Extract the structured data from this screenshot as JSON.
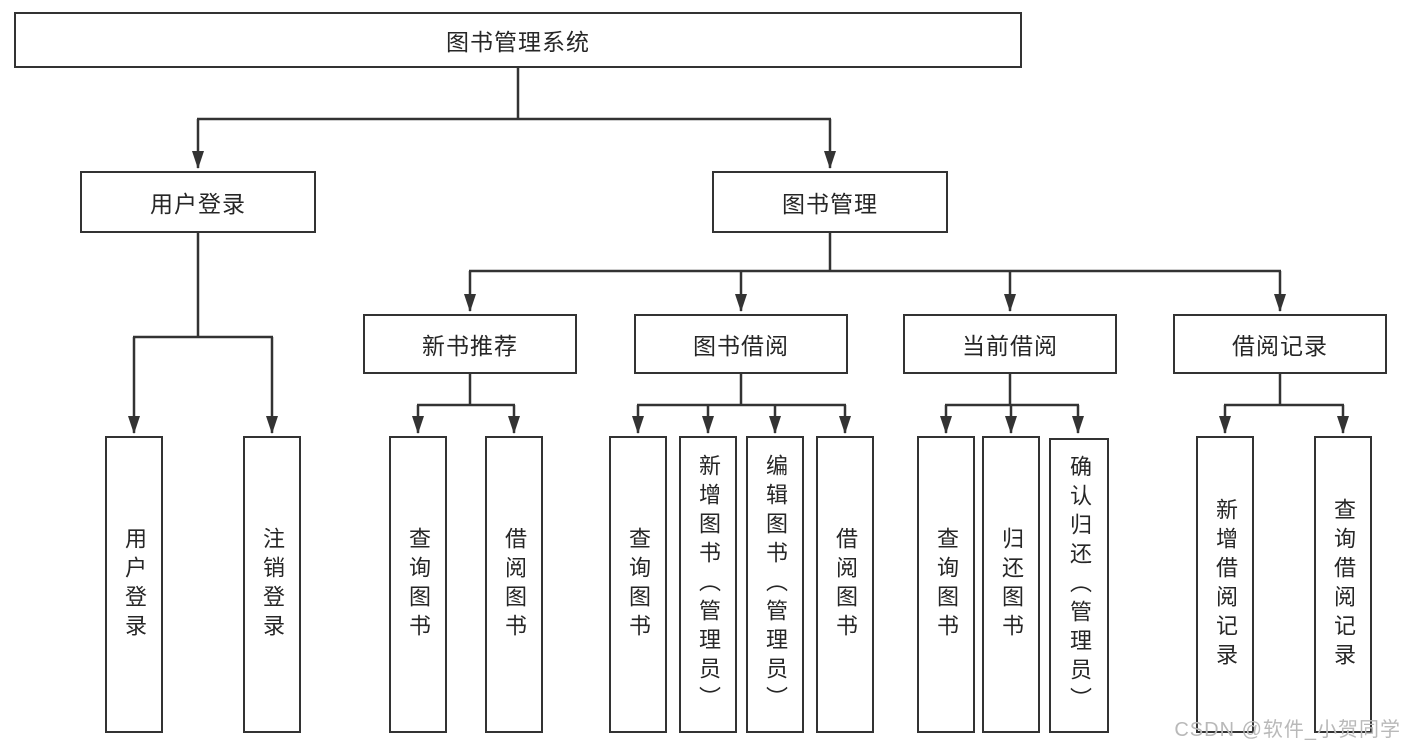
{
  "title": "图书管理系统",
  "level2": {
    "user_login": "用户登录",
    "book_mgmt": "图书管理"
  },
  "level3": {
    "new_book": "新书推荐",
    "borrow": "图书借阅",
    "current": "当前借阅",
    "records": "借阅记录"
  },
  "leaves": {
    "user_login": [
      "用户登录",
      "注销登录"
    ],
    "new_book": [
      "查询图书",
      "借阅图书"
    ],
    "borrow": [
      "查询图书",
      "新增图书（管理员）",
      "编辑图书（管理员）",
      "借阅图书"
    ],
    "current": [
      "查询图书",
      "归还图书",
      "确认归还（管理员）"
    ],
    "records": [
      "新增借阅记录",
      "查询借阅记录"
    ]
  },
  "watermark": "CSDN @软件_小贺同学",
  "colors": {
    "line": "#333333",
    "box_border": "#333333",
    "text": "#262626",
    "watermark": "#b9b9b9",
    "background": "#ffffff"
  }
}
